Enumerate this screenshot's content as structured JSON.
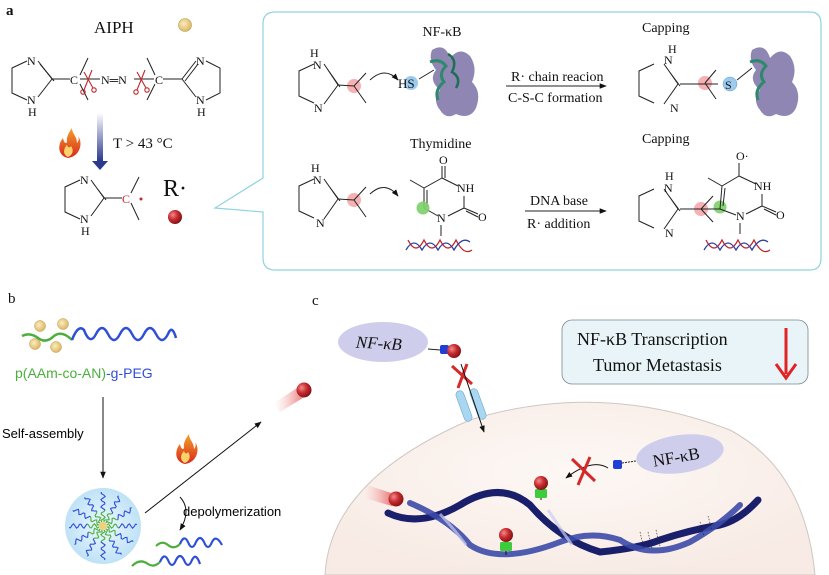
{
  "panels": {
    "a": {
      "label": "a",
      "initiator_name": "AIPH",
      "condition": "T > 43 °C",
      "radical_symbol": "R·",
      "atoms": {
        "N": "N",
        "H": "H",
        "C": "C",
        "S": "S",
        "HS": "HS",
        "O": "O",
        "O_radical": "O·",
        "NH": "NH",
        "NN": "N═N"
      },
      "reactions": [
        {
          "target": "NF-κB",
          "arrow_top": "R· chain reacion",
          "arrow_bottom": "C-S-C formation",
          "product_label": "Capping"
        },
        {
          "target": "Thymidine",
          "arrow_top": "DNA base",
          "arrow_bottom": "R· addition",
          "product_label": "Capping"
        }
      ]
    },
    "b": {
      "label": "b",
      "polymer_part1": "p(AAm-co-AN)",
      "polymer_part2": "-g-PEG",
      "step1": "Self-assembly",
      "step2": "depolymerization"
    },
    "c": {
      "label": "c",
      "protein_label_outer": "NF-κB",
      "protein_label_inner": "NF-κB",
      "outcome_line1": "NF-κB Transcription",
      "outcome_line2": "Tumor Metastasis"
    }
  },
  "colors": {
    "radical_red": "#c0272d",
    "aiph_yellow": "#e8c870",
    "pink_highlight": "#f4a9ab",
    "green_highlight": "#7ccf6a",
    "sulfur_blue": "#9ccbef",
    "peg_blue": "#2f4fd6",
    "paan_green": "#4caf3c",
    "callout_border": "#8fd3e0",
    "outcome_box_bg": "#e8f4f8",
    "nfkb_ellipse": "#cfcdec",
    "cell_bg": "#fcf5f2",
    "dna_navy": "#1a1f6b",
    "down_arrow_red": "#e02424"
  }
}
